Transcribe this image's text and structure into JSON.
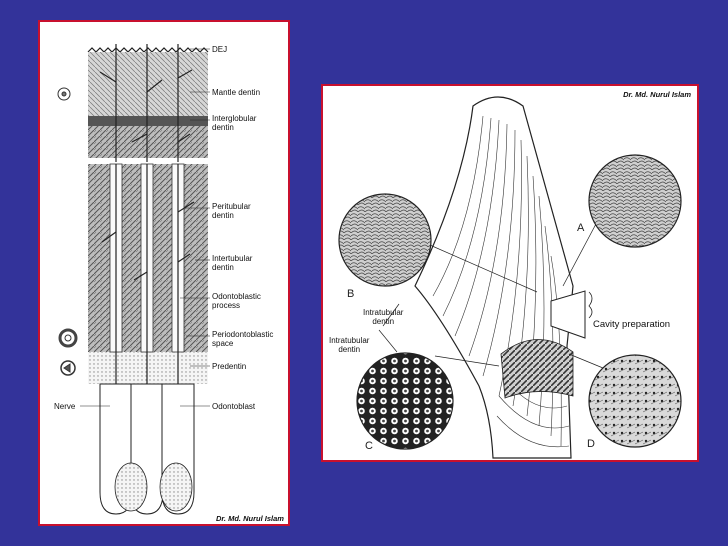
{
  "left_figure": {
    "labels": {
      "dej": "DEJ",
      "mantle": "Mantle dentin",
      "interglobular": "Interglobular\ndentin",
      "peritubular": "Peritubular\ndentin",
      "intertubular": "Intertubular\ndentin",
      "odontoblastic_process": "Odontoblastic\nprocess",
      "periodontoblastic": "Periodontoblastic\nspace",
      "predentin": "Predentin",
      "nerve": "Nerve",
      "odontoblast": "Odontoblast"
    },
    "credit": "Dr. Md. Nurul Islam"
  },
  "right_figure": {
    "credit": "Dr. Md. Nurul Islam",
    "labels": {
      "a": "A",
      "b": "B",
      "c": "C",
      "d": "D",
      "cavity": "Cavity preparation",
      "intratubular_1": "Intratubular\ndentin",
      "intratubular_2": "Intratubular\ndentin"
    }
  },
  "colors": {
    "background": "#33339a",
    "border": "#c8102e",
    "panel": "#ffffff",
    "ink": "#222222"
  }
}
